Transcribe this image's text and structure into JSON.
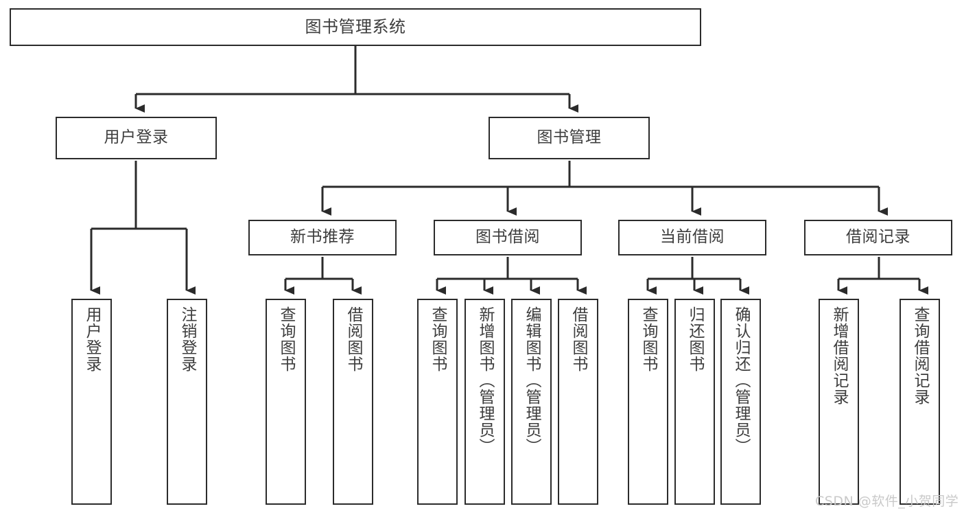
{
  "diagram": {
    "type": "tree",
    "title": "图书管理系统",
    "stroke_color": "#2b2b2b",
    "text_color": "#3d3d3d",
    "background_color": "#ffffff",
    "watermark": "CSDN @软件_小贺同学",
    "levels": {
      "root": {
        "label": "图书管理系统"
      },
      "level1": [
        {
          "label": "用户登录"
        },
        {
          "label": "图书管理"
        }
      ],
      "level2": [
        {
          "label": "新书推荐"
        },
        {
          "label": "图书借阅"
        },
        {
          "label": "当前借阅"
        },
        {
          "label": "借阅记录"
        }
      ],
      "leaves": {
        "user_login": [
          {
            "label": "用户登录"
          },
          {
            "label": "注销登录"
          }
        ],
        "new_book_recommend": [
          {
            "label": "查询图书"
          },
          {
            "label": "借阅图书"
          }
        ],
        "book_borrow": [
          {
            "label": "查询图书"
          },
          {
            "label": "新增图书（管理员）"
          },
          {
            "label": "编辑图书（管理员）"
          },
          {
            "label": "借阅图书"
          }
        ],
        "current_borrow": [
          {
            "label": "查询图书"
          },
          {
            "label": "归还图书"
          },
          {
            "label": "确认归还（管理员）"
          }
        ],
        "borrow_record": [
          {
            "label": "新增借阅记录"
          },
          {
            "label": "查询借阅记录"
          }
        ]
      }
    }
  }
}
